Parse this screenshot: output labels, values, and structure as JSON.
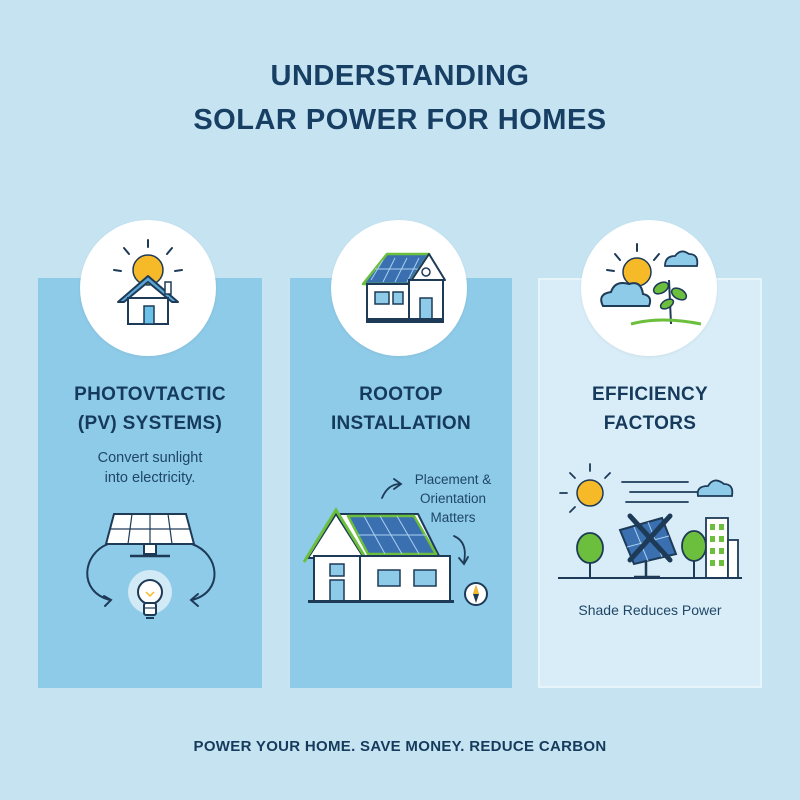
{
  "title": {
    "line1": "UNDERSTANDING",
    "line2": "SOLAR POWER FOR HOMES"
  },
  "cards": [
    {
      "icon": "sun-house-icon",
      "heading_line1": "PHOTOVTACTIC",
      "heading_line2": "(PV) SYSTEMS)",
      "body_line1": "Convert sunlight",
      "body_line2": "into electricity.",
      "illustration": [
        "solar-panel-icon",
        "cycle-arrows-icon",
        "lightbulb-icon"
      ]
    },
    {
      "icon": "house-solar-roof-icon",
      "heading_line1": "ROOTOP",
      "heading_line2": "INSTALLATION",
      "note_line1": "Placement &",
      "note_line2": "Orientation",
      "note_line3": "Matters",
      "illustration": [
        "house-solar-roof-icon",
        "compass-icon",
        "curved-arrow-icon"
      ]
    },
    {
      "icon": "sun-cloud-plant-icon",
      "heading_line1": "EFFICIENCY",
      "heading_line2": "FACTORS",
      "caption": "Shade Reduces Power",
      "illustration": [
        "sun-icon",
        "wind-lines-icon",
        "cloud-icon",
        "tree-icon",
        "crossed-panel-icon",
        "building-icon"
      ]
    }
  ],
  "footer": "POWER YOUR HOME. SAVE MONEY. REDUCE CARBON",
  "colors": {
    "background": "#c5e3f1",
    "panel_blue": "#8ecbe8",
    "panel_light": "#d8edf7",
    "text_navy": "#173e63",
    "sun_yellow": "#f6b928",
    "solar_blue": "#3a6fb0",
    "leaf_green": "#6cbf3c"
  }
}
